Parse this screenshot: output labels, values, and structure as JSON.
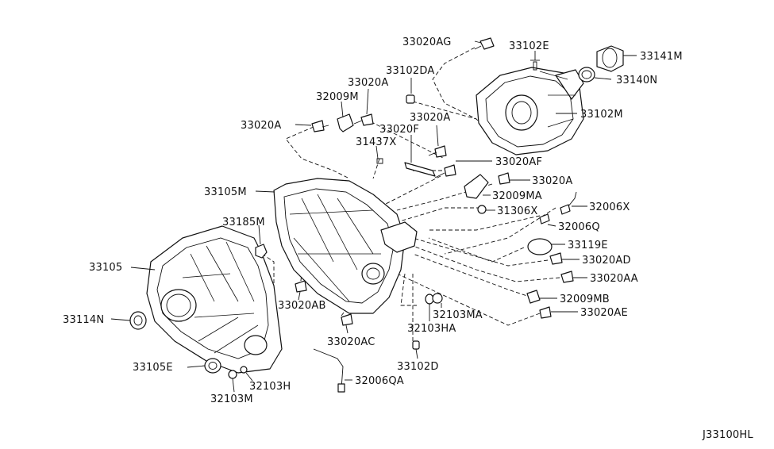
{
  "diagram_code": "J33100HL",
  "parts": {
    "p33020AG": "33020AG",
    "p33102E": "33102E",
    "p33141M": "33141M",
    "p33140N": "33140N",
    "p33102DA": "33102DA",
    "p33020A_1": "33020A",
    "p32009M": "32009M",
    "p33020A_2": "33020A",
    "p33020A_3": "33020A",
    "p33102M": "33102M",
    "p33020F": "33020F",
    "p31437X": "31437X",
    "p33020AF": "33020AF",
    "p33105M": "33105M",
    "p33020A_4": "33020A",
    "p32009MA": "32009MA",
    "p32006X": "32006X",
    "p31306X": "31306X",
    "p32006Q": "32006Q",
    "p33185M": "33185M",
    "p33119E": "33119E",
    "p33105": "33105",
    "p33020AD": "33020AD",
    "p33020AA": "33020AA",
    "p32009MB": "32009MB",
    "p33020AB": "33020AB",
    "p32103MA": "32103MA",
    "p33020AE": "33020AE",
    "p33114N": "33114N",
    "p32103HA": "32103HA",
    "p33020AC": "33020AC",
    "p33102D": "33102D",
    "p33105E": "33105E",
    "p32103H": "32103H",
    "p32006QA": "32006QA",
    "p32103M": "32103M"
  }
}
